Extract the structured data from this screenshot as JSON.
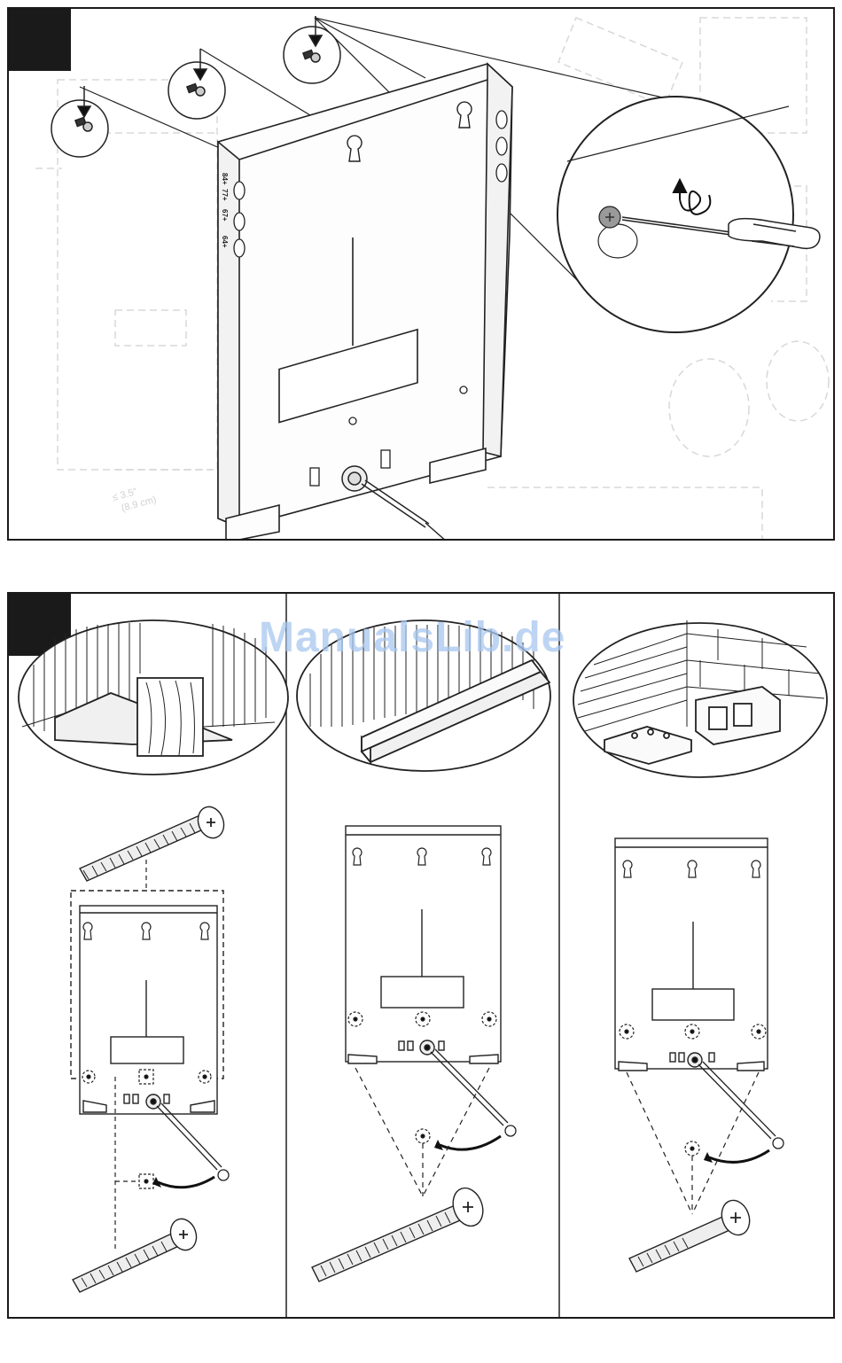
{
  "watermark": "ManualsLib.de",
  "step1": {
    "hole_labels": [
      "84+",
      "77+",
      "67+",
      "64+"
    ],
    "dimension_label": "≤ 3.5\"",
    "dimension_sub": "(8.9 cm)"
  },
  "step2": {
    "columns": [
      {
        "surface": "wood"
      },
      {
        "surface": "steel-channel"
      },
      {
        "surface": "brick-concrete"
      }
    ]
  },
  "icons": [
    "screw-icon",
    "screwdriver-icon",
    "counterclockwise-arrow-icon",
    "keyhole-icon",
    "bolt-icon",
    "grounding-wire-icon"
  ]
}
